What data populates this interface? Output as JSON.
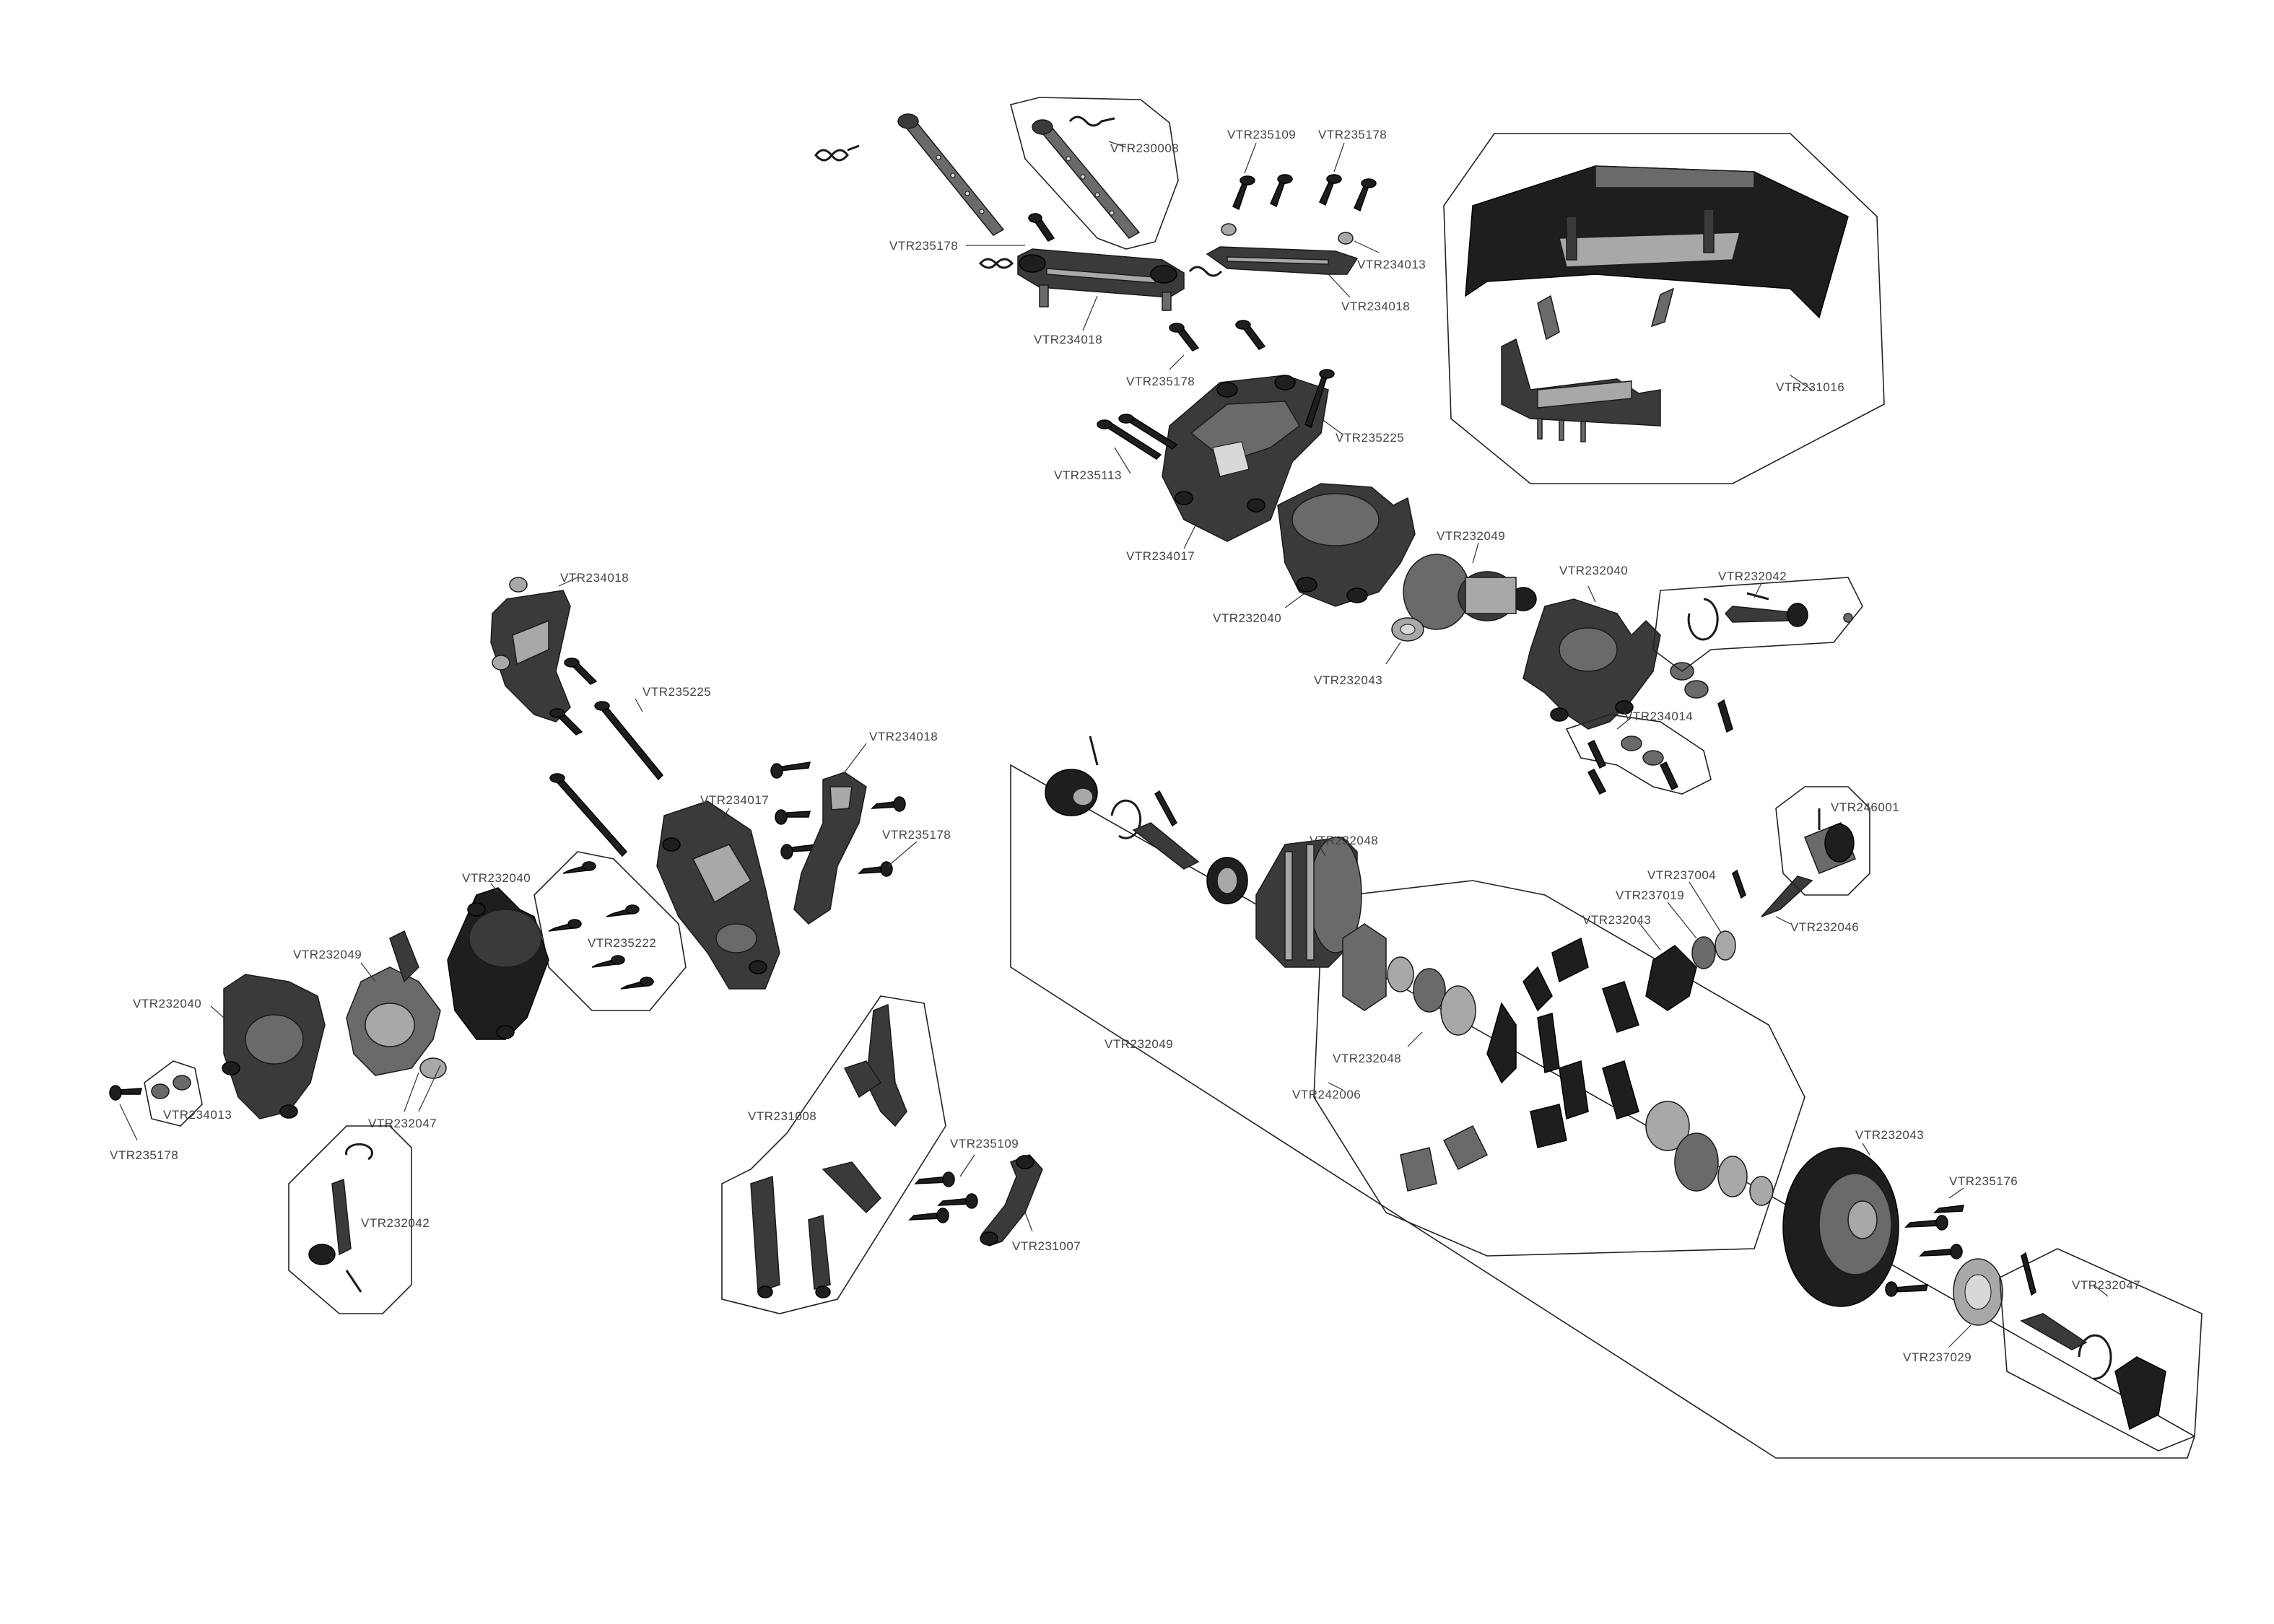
{
  "labels": {
    "l_vtr230008": "VTR230008",
    "l_vtr235109_top": "VTR235109",
    "l_vtr235178_top": "VTR235178",
    "l_vtr235178_mast": "VTR235178",
    "l_vtr234013_top": "VTR234013",
    "l_vtr234018_a": "VTR234018",
    "l_vtr234018_b": "VTR234018",
    "l_vtr235178_c": "VTR235178",
    "l_vtr235225_top": "VTR235225",
    "l_vtr235113": "VTR235113",
    "l_vtr234017_top": "VTR234017",
    "l_vtr231016": "VTR231016",
    "l_vtr232049_top": "VTR232049",
    "l_vtr232040_top": "VTR232040",
    "l_vtr232042_top": "VTR232042",
    "l_vtr232040_mid": "VTR232040",
    "l_vtr232043_top": "VTR232043",
    "l_vtr234014": "VTR234014",
    "l_vtr234018_left": "VTR234018",
    "l_vtr235225_left": "VTR235225",
    "l_vtr234018_arm": "VTR234018",
    "l_vtr234017_left": "VTR234017",
    "l_vtr235178_arm": "VTR235178",
    "l_vtr232040_left": "VTR232040",
    "l_vtr235222": "VTR235222",
    "l_vtr232049_left": "VTR232049",
    "l_vtr232040_far": "VTR232040",
    "l_vtr234013_left": "VTR234013",
    "l_vtr232047_left": "VTR232047",
    "l_vtr235178_left": "VTR235178",
    "l_vtr232042_left": "VTR232042",
    "l_vtr231008": "VTR231008",
    "l_vtr235109_left": "VTR235109",
    "l_vtr231007": "VTR231007",
    "l_vtr232048_top": "VTR232048",
    "l_vtr246001": "VTR246001",
    "l_vtr237004": "VTR237004",
    "l_vtr237019": "VTR237019",
    "l_vtr232043_mid": "VTR232043",
    "l_vtr232046": "VTR232046",
    "l_vtr232049_big": "VTR232049",
    "l_vtr232048_mid": "VTR232048",
    "l_vtr242006": "VTR242006",
    "l_vtr232043_gear": "VTR232043",
    "l_vtr235176": "VTR235176",
    "l_vtr232047_right": "VTR232047",
    "l_vtr237029": "VTR237029"
  },
  "colors": {
    "part_dark": "#1e1e1e",
    "part": "#3a3a3a",
    "part_mid": "#6a6a6a",
    "part_light": "#a8a8a8",
    "label": "#444444",
    "frame": "#222222",
    "background": "#ffffff"
  }
}
